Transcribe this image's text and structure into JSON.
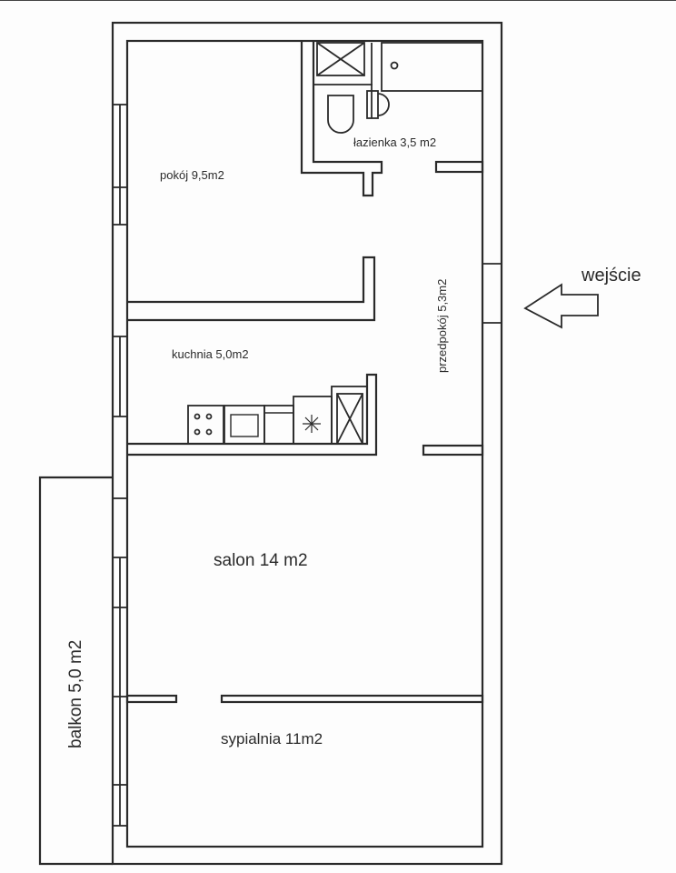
{
  "diagram": {
    "type": "floor-plan",
    "colors": {
      "line": "#2a2a2a",
      "background": "#fdfdfd",
      "text": "#2a2a2a"
    }
  },
  "rooms": {
    "pokoj": {
      "label": "pokój 9,5m2"
    },
    "lazienka": {
      "label": "łazienka 3,5 m2"
    },
    "przedpokoj": {
      "label": "przedpokój 5,3m2"
    },
    "kuchnia": {
      "label": "kuchnia 5,0m2"
    },
    "salon": {
      "label": "salon 14 m2"
    },
    "sypialnia": {
      "label": "sypialnia 11m2"
    },
    "balkon": {
      "label": "balkon 5,0 m2"
    }
  },
  "entrance": {
    "label": "wejście",
    "icon": "arrow-left-icon"
  },
  "fixtures": {
    "bathroom": [
      "shower",
      "bathtub",
      "toilet",
      "sink"
    ],
    "kitchen": [
      "cooktop",
      "oven",
      "counter",
      "sink",
      "fridge"
    ]
  }
}
